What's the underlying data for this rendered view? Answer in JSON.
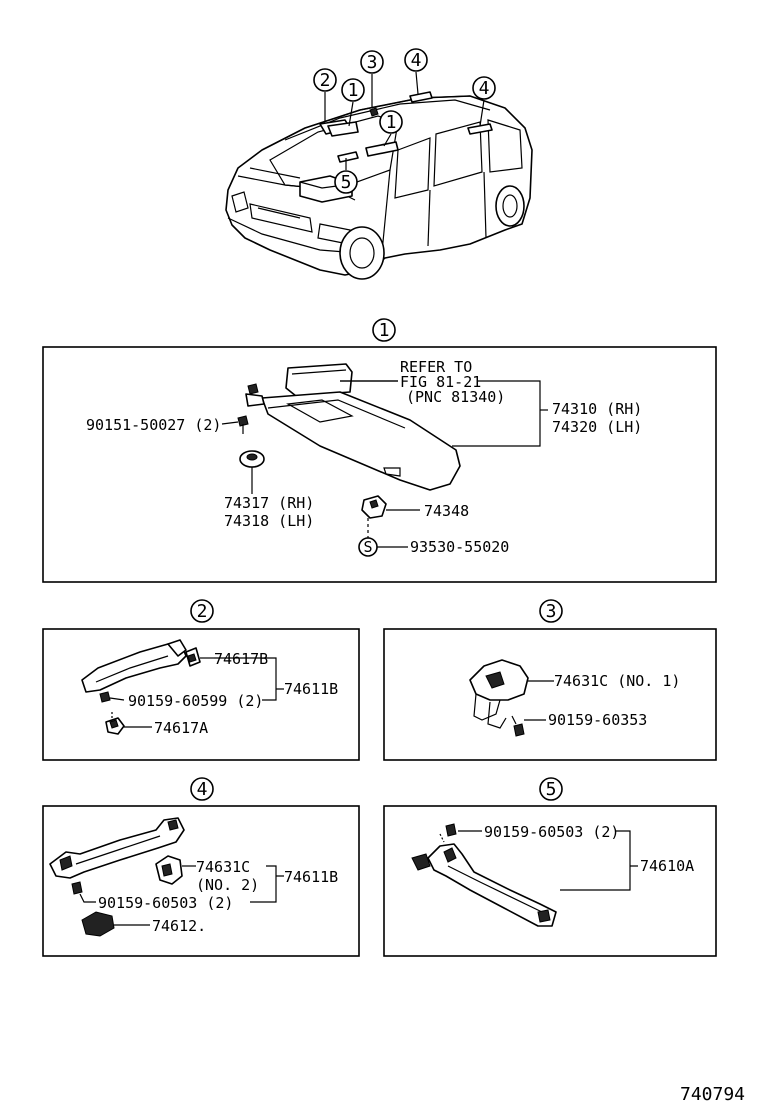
{
  "callouts": {
    "c1": "1",
    "c2": "2",
    "c3": "3",
    "c4": "4",
    "c5": "5",
    "s": "S"
  },
  "section1": {
    "refer_line1": "REFER TO",
    "refer_line2": "FIG 81-21",
    "refer_line3": "(PNC 81340)",
    "visor_rh": "74310 (RH)",
    "visor_lh": "74320 (LH)",
    "screw": "90151-50027 (2)",
    "holder_rh": "74317 (RH)",
    "holder_lh": "74318 (LH)",
    "clip": "74348",
    "std_part": "93530-55020"
  },
  "section2": {
    "cap_b": "74617B",
    "assembly": "74611B",
    "screw": "90159-60599 (2)",
    "cap_a": "74617A"
  },
  "section3": {
    "hook": "74631C (NO. 1)",
    "screw": "90159-60353"
  },
  "section4": {
    "hook_line1": "74631C",
    "hook_line2": "(NO. 2)",
    "assembly": "74611B",
    "screw": "90159-60503 (2)",
    "cap": "74612."
  },
  "section5": {
    "screw": "90159-60503 (2)",
    "assembly": "74610A"
  },
  "figure_number": "740794"
}
